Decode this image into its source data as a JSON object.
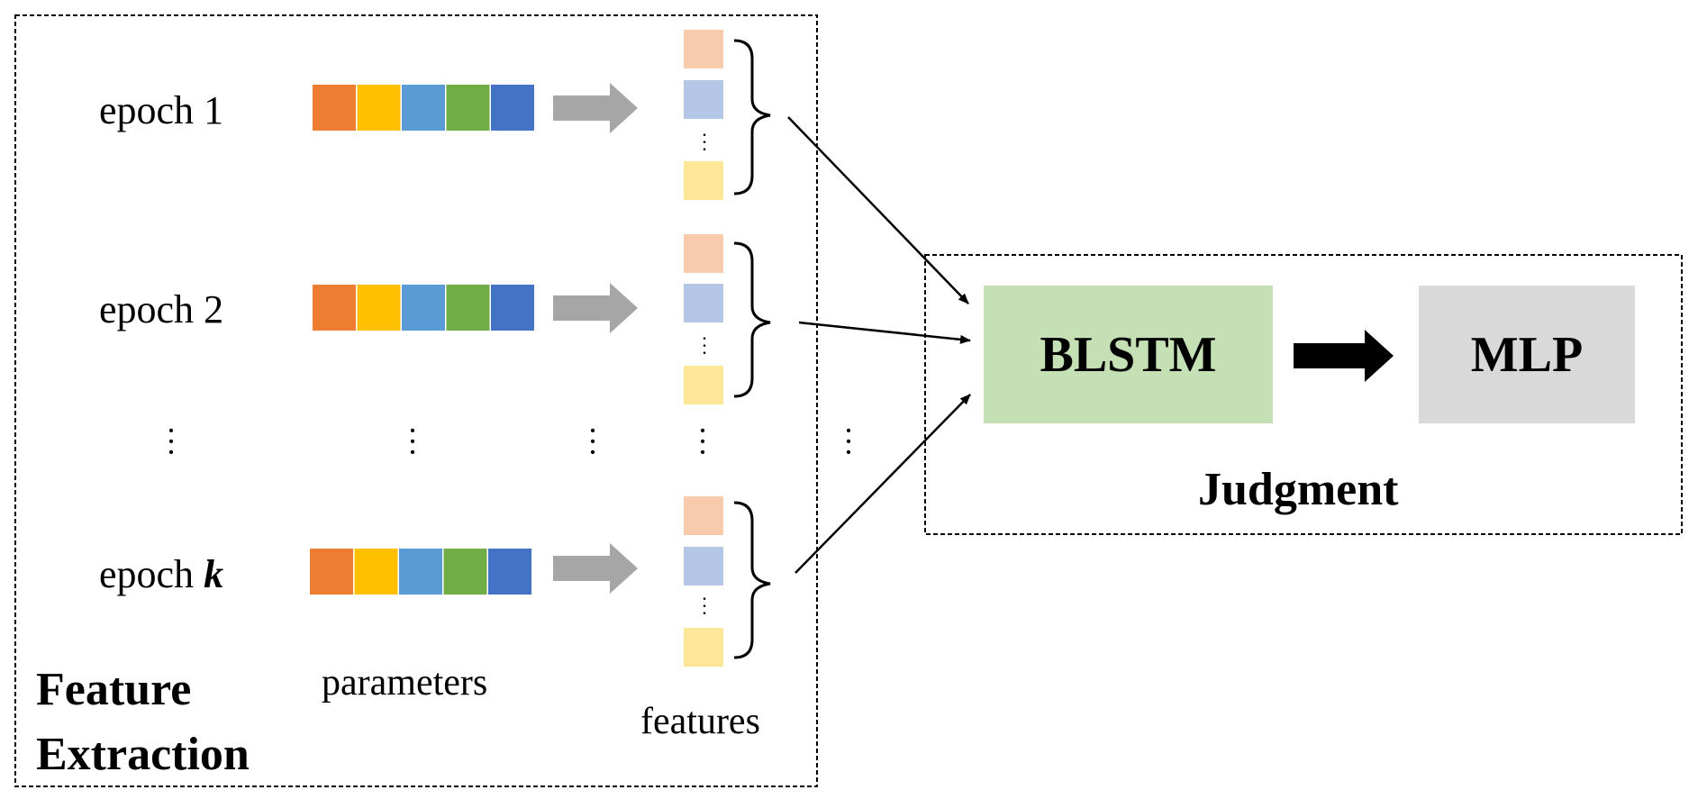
{
  "colors": {
    "param_colors": [
      "#ED7D31",
      "#FFC000",
      "#5B9BD5",
      "#70AD47",
      "#4472C4"
    ],
    "feature_colors": [
      "#F8CBAD",
      "#B4C7E7",
      "#FFE699"
    ],
    "blstm_fill": "#C5E0B4",
    "mlp_fill": "#D9D9D9",
    "gray_arrow": "#A6A6A6"
  },
  "epochs": [
    {
      "prefix": "epoch ",
      "index": "1",
      "italic": false
    },
    {
      "prefix": "epoch ",
      "index": "2",
      "italic": false
    },
    {
      "prefix": "epoch ",
      "index": "k",
      "italic": true
    }
  ],
  "labels": {
    "parameters": "parameters",
    "features": "features",
    "feature_extraction_line1": "Feature",
    "feature_extraction_line2": "Extraction",
    "judgment": "Judgment"
  },
  "blocks": {
    "blstm": "BLSTM",
    "mlp": "MLP"
  }
}
